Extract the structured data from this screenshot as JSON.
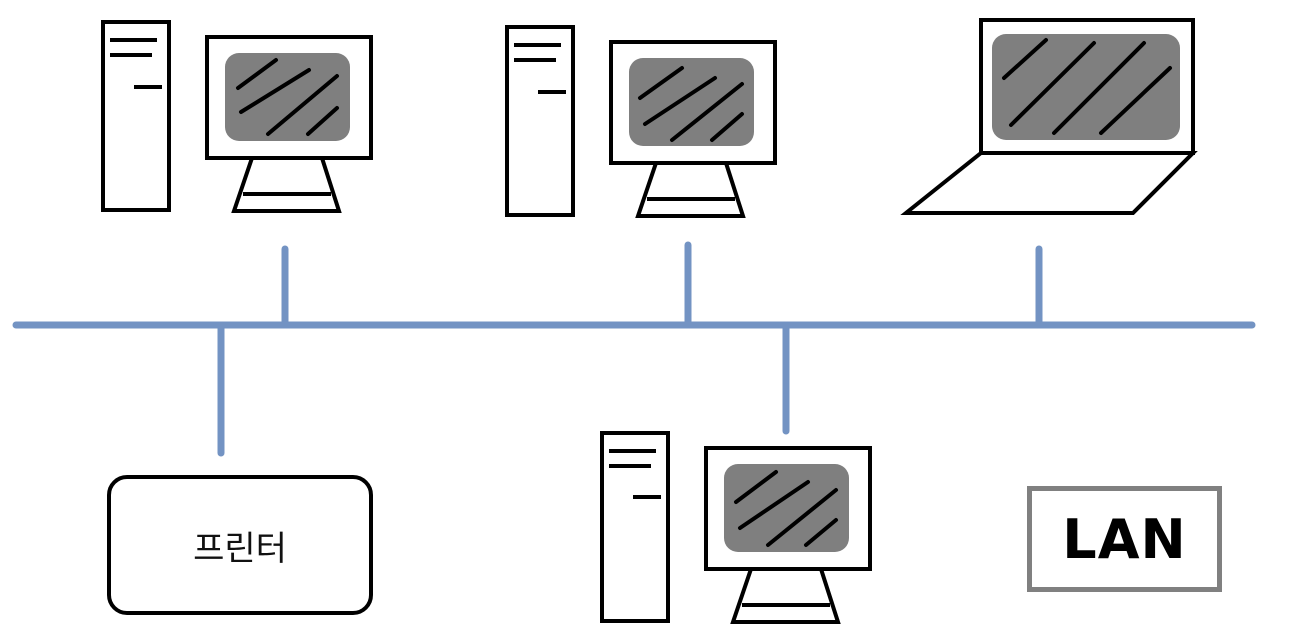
{
  "diagram": {
    "nodes": [
      {
        "id": "desktop-1",
        "type": "desktop-computer"
      },
      {
        "id": "desktop-2",
        "type": "desktop-computer"
      },
      {
        "id": "laptop-1",
        "type": "laptop"
      },
      {
        "id": "printer",
        "type": "printer",
        "label": "프린터"
      },
      {
        "id": "desktop-3",
        "type": "desktop-computer"
      }
    ],
    "edges": [
      {
        "from": "desktop-1",
        "to": "bus"
      },
      {
        "from": "desktop-2",
        "to": "bus"
      },
      {
        "from": "laptop-1",
        "to": "bus"
      },
      {
        "from": "printer",
        "to": "bus"
      },
      {
        "from": "desktop-3",
        "to": "bus"
      }
    ],
    "network_label": "LAN",
    "colors": {
      "bus": "#7393c3",
      "screen": "#7f7f7f",
      "label_border": "#808080"
    }
  }
}
